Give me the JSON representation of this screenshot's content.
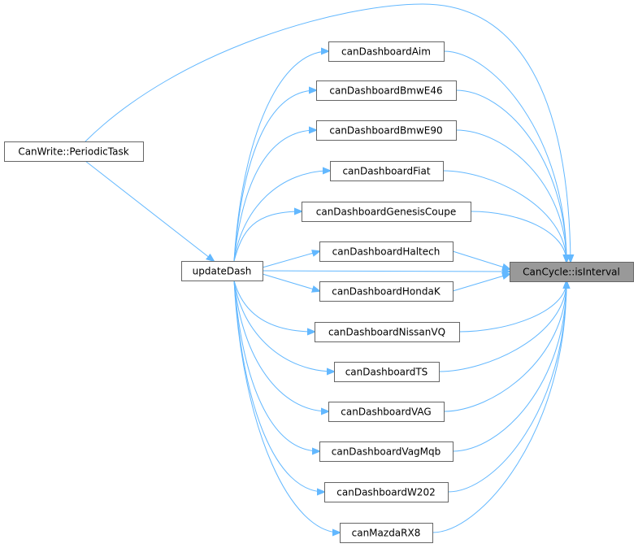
{
  "graph": {
    "edge_color": "#63b8ff",
    "node_border_color": "#666666",
    "focus_node_fill": "#999999",
    "nodes": [
      {
        "id": "periodic",
        "label": "CanWrite::PeriodicTask"
      },
      {
        "id": "update",
        "label": "updateDash"
      },
      {
        "id": "aim",
        "label": "canDashboardAim"
      },
      {
        "id": "bmwe46",
        "label": "canDashboardBmwE46"
      },
      {
        "id": "bmwe90",
        "label": "canDashboardBmwE90"
      },
      {
        "id": "fiat",
        "label": "canDashboardFiat"
      },
      {
        "id": "genesis",
        "label": "canDashboardGenesisCoupe"
      },
      {
        "id": "haltech",
        "label": "canDashboardHaltech"
      },
      {
        "id": "hondak",
        "label": "canDashboardHondaK"
      },
      {
        "id": "nissanvq",
        "label": "canDashboardNissanVQ"
      },
      {
        "id": "ts",
        "label": "canDashboardTS"
      },
      {
        "id": "vag",
        "label": "canDashboardVAG"
      },
      {
        "id": "vagmqb",
        "label": "canDashboardVagMqb"
      },
      {
        "id": "w202",
        "label": "canDashboardW202"
      },
      {
        "id": "rx8",
        "label": "canMazdaRX8"
      },
      {
        "id": "isinterval",
        "label": "CanCycle::isInterval",
        "focus": true
      }
    ],
    "edges": [
      {
        "from": "periodic",
        "to": "update"
      },
      {
        "from": "periodic",
        "to": "isinterval"
      },
      {
        "from": "update",
        "to": "aim"
      },
      {
        "from": "update",
        "to": "bmwe46"
      },
      {
        "from": "update",
        "to": "bmwe90"
      },
      {
        "from": "update",
        "to": "fiat"
      },
      {
        "from": "update",
        "to": "genesis"
      },
      {
        "from": "update",
        "to": "haltech"
      },
      {
        "from": "update",
        "to": "hondak"
      },
      {
        "from": "update",
        "to": "nissanvq"
      },
      {
        "from": "update",
        "to": "ts"
      },
      {
        "from": "update",
        "to": "vag"
      },
      {
        "from": "update",
        "to": "vagmqb"
      },
      {
        "from": "update",
        "to": "w202"
      },
      {
        "from": "update",
        "to": "rx8"
      },
      {
        "from": "update",
        "to": "isinterval"
      },
      {
        "from": "aim",
        "to": "isinterval"
      },
      {
        "from": "bmwe46",
        "to": "isinterval"
      },
      {
        "from": "bmwe90",
        "to": "isinterval"
      },
      {
        "from": "fiat",
        "to": "isinterval"
      },
      {
        "from": "genesis",
        "to": "isinterval"
      },
      {
        "from": "haltech",
        "to": "isinterval"
      },
      {
        "from": "hondak",
        "to": "isinterval"
      },
      {
        "from": "nissanvq",
        "to": "isinterval"
      },
      {
        "from": "ts",
        "to": "isinterval"
      },
      {
        "from": "vag",
        "to": "isinterval"
      },
      {
        "from": "vagmqb",
        "to": "isinterval"
      },
      {
        "from": "w202",
        "to": "isinterval"
      },
      {
        "from": "rx8",
        "to": "isinterval"
      }
    ]
  }
}
